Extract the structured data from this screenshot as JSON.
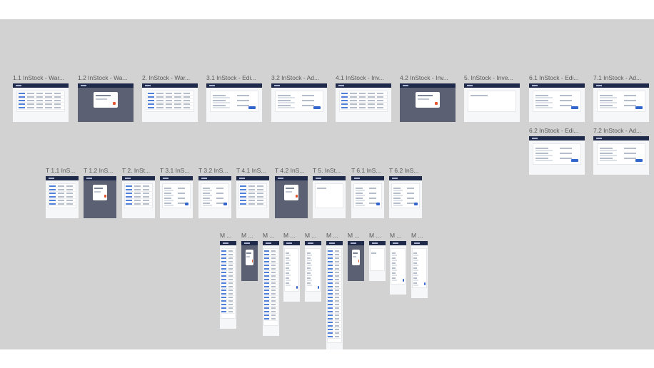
{
  "desktop_row1": [
    "1.1 InStock - War...",
    "1.2 InStock - Wa...",
    "2. InStock - War...",
    "3.1 InStock - Edi...",
    "3.2 InStock - Ad...",
    "4.1 InStock - Inv...",
    "4.2 InStock - Inv...",
    "5. InStock - Inve...",
    "6.1 InStock - Edi...",
    "7.1 InStock - Ad..."
  ],
  "desktop_row2": [
    "6.2 InStock - Edi...",
    "7.2 InStock - Ad..."
  ],
  "tablet_row": [
    "T 1.1 InS...",
    "T 1.2 InS...",
    "T 2. InSt...",
    "T 3.1 InS...",
    "T 3.2 InS...",
    "T 4.1 InS...",
    "T 4.2 InS...",
    "T 5. InSt...",
    "T 6.1 InS...",
    "T 6.2 InS..."
  ],
  "mobile_row": [
    "M ...",
    "M ...",
    "M ...",
    "M ...",
    "M ...",
    "M ...",
    "M ...",
    "M ...",
    "M ...",
    "M ..."
  ],
  "colors": {
    "canvas": "#d2d2d2",
    "header": "#1f2a4a",
    "primary_button": "#3366cc",
    "danger_button": "#e4572e",
    "modal_overlay": "#5b6072"
  }
}
